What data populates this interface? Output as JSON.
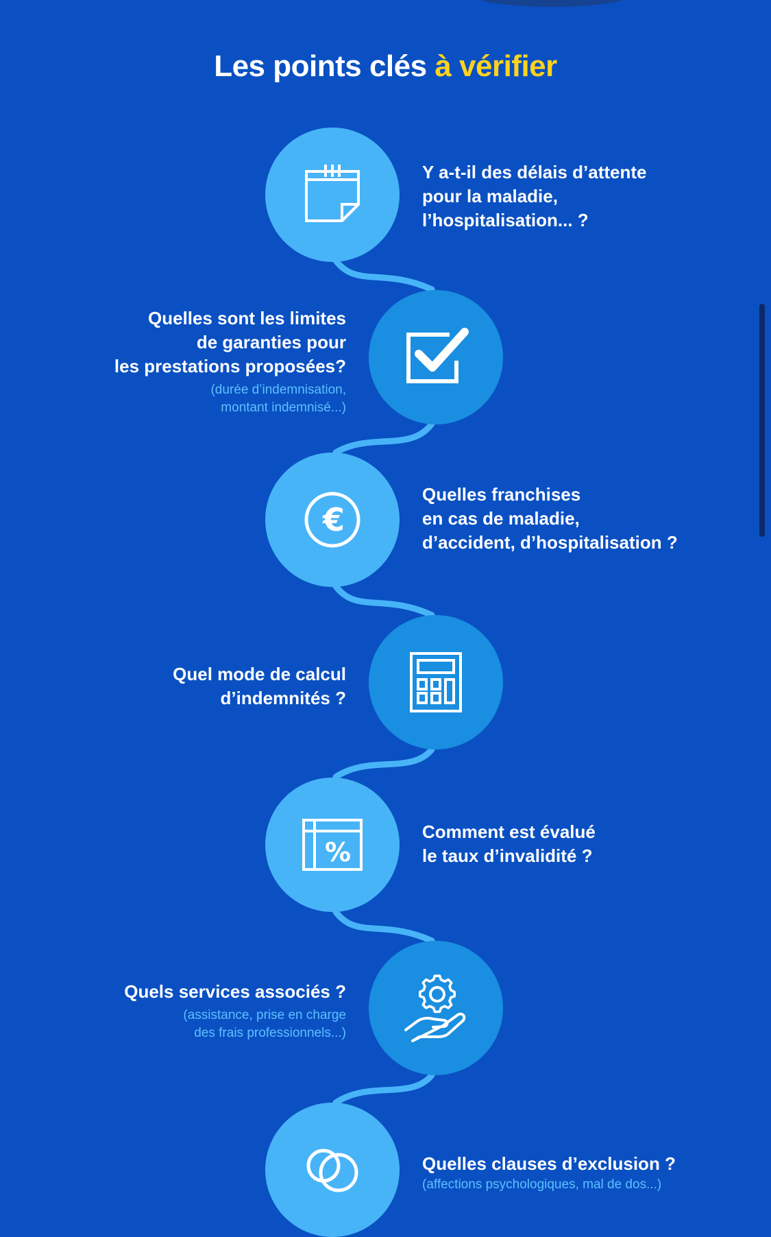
{
  "title": {
    "main": "Les points clés ",
    "accent": "à vérifier"
  },
  "items": [
    {
      "icon": "calendar-icon",
      "lines": [
        "Y a-t-il des délais d’attente",
        "pour la maladie,",
        "l’hospitalisation... ?"
      ],
      "sub": []
    },
    {
      "icon": "checkbox-icon",
      "lines": [
        "Quelles sont les limites",
        "de garanties pour",
        "les prestations proposées?"
      ],
      "sub": [
        "(durée d’indemnisation,",
        "montant indemnisé...)"
      ]
    },
    {
      "icon": "euro-icon",
      "lines": [
        "Quelles franchises",
        "en cas de maladie,",
        "d’accident, d’hospitalisation ?"
      ],
      "sub": []
    },
    {
      "icon": "calculator-icon",
      "lines": [
        "Quel mode de calcul",
        "d’indemnités ?"
      ],
      "sub": []
    },
    {
      "icon": "percent-icon",
      "lines": [
        "Comment est évalué",
        "le taux d’invalidité ?"
      ],
      "sub": []
    },
    {
      "icon": "gear-hand-icon",
      "lines": [
        "Quels services associés ?"
      ],
      "sub": [
        "(assistance, prise en charge",
        "des frais professionnels...)"
      ]
    },
    {
      "icon": "overlap-circles-icon",
      "lines": [
        "Quelles clauses d’exclusion ?"
      ],
      "sub": [
        "(affections psychologiques, mal de dos...)"
      ]
    }
  ],
  "colors": {
    "background": "#0a50c2",
    "accent": "#ffd21f",
    "circle_light": "#48b4f8",
    "circle_mid": "#1a8ee0",
    "connector": "#48b4f8",
    "subtext": "#5cc0ff"
  }
}
